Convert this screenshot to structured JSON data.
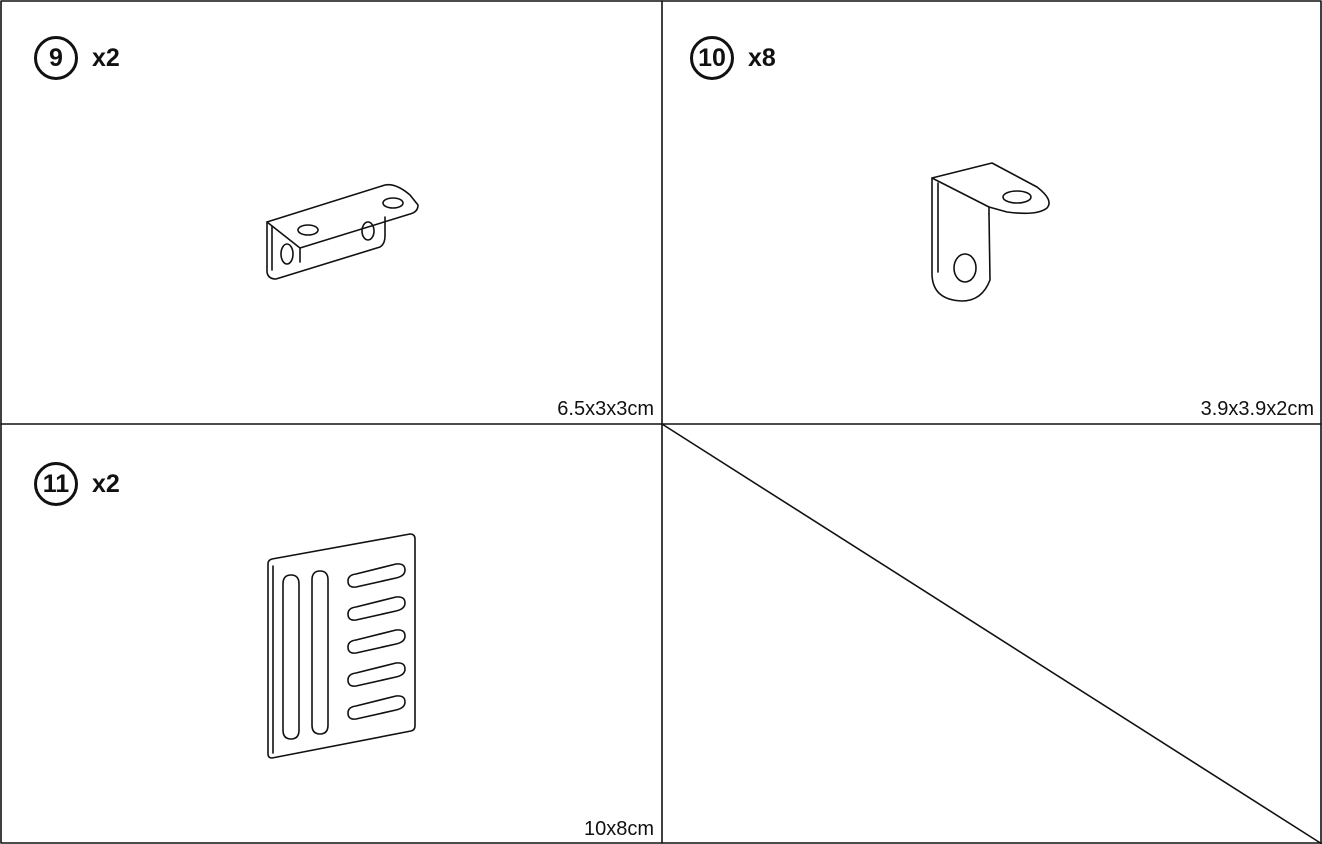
{
  "parts": [
    {
      "number": "9",
      "quantity": "x2",
      "dimensions": "6.5x3x3cm",
      "part_icon": "l-bracket-two-hole-icon"
    },
    {
      "number": "10",
      "quantity": "x8",
      "dimensions": "3.9x3.9x2cm",
      "part_icon": "small-angle-bracket-icon"
    },
    {
      "number": "11",
      "quantity": "x2",
      "dimensions": "10x8cm",
      "part_icon": "slotted-plate-icon"
    }
  ],
  "empty_cell_icon": "diagonal-line-icon"
}
